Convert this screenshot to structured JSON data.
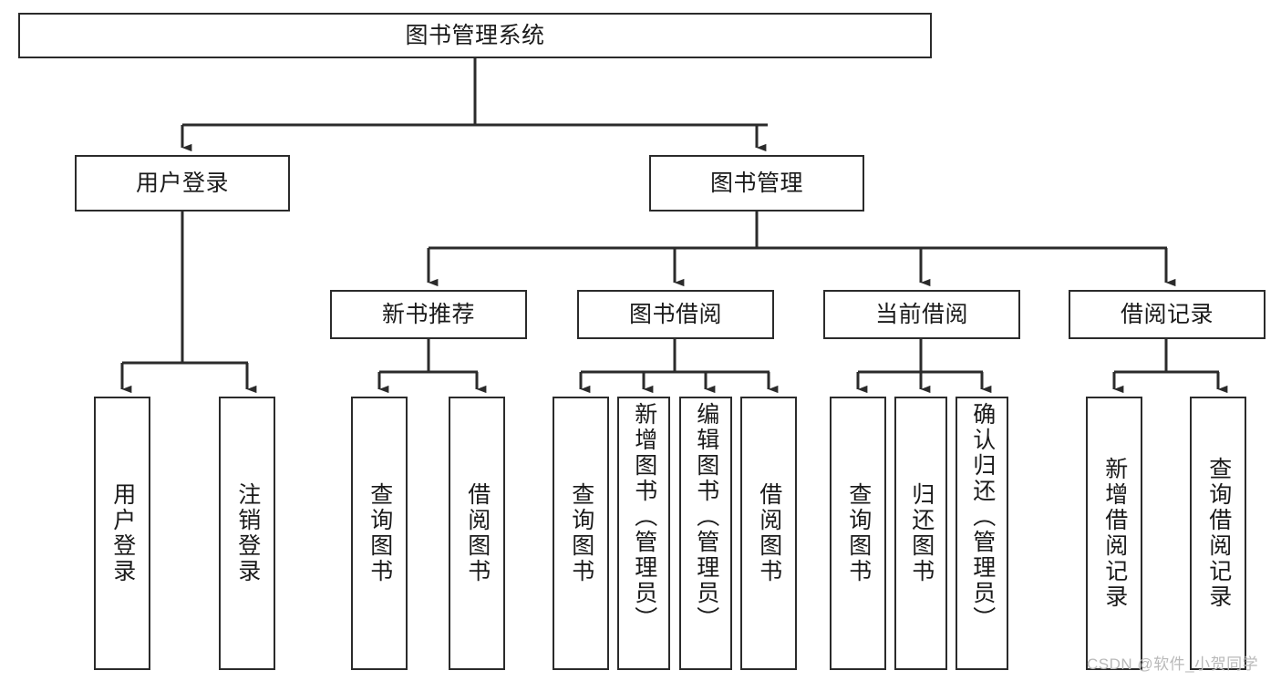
{
  "diagram": {
    "title": "图书管理系统",
    "type": "hierarchy-tree",
    "watermark": "CSDN @软件_小贺同学",
    "colors": {
      "background": "#ffffff",
      "border": "#2b2b2b",
      "text": "#1a1a1a",
      "watermark": "#b9b9b9"
    },
    "root": {
      "label": "图书管理系统"
    },
    "level2": [
      {
        "label": "用户登录"
      },
      {
        "label": "图书管理"
      }
    ],
    "level3": [
      {
        "label": "新书推荐"
      },
      {
        "label": "图书借阅"
      },
      {
        "label": "当前借阅"
      },
      {
        "label": "借阅记录"
      }
    ],
    "leaves": {
      "user_login": [
        {
          "label": "用户登录"
        },
        {
          "label": "注销登录"
        }
      ],
      "new_book_recommend": [
        {
          "label": "查询图书"
        },
        {
          "label": "借阅图书"
        }
      ],
      "book_borrow": [
        {
          "label": "查询图书"
        },
        {
          "label": "新增图书（管理员）"
        },
        {
          "label": "编辑图书（管理员）"
        },
        {
          "label": "借阅图书"
        }
      ],
      "current_borrow": [
        {
          "label": "查询图书"
        },
        {
          "label": "归还图书"
        },
        {
          "label": "确认归还（管理员）"
        }
      ],
      "borrow_record": [
        {
          "label": "新增借阅记录"
        },
        {
          "label": "查询借阅记录"
        }
      ]
    }
  }
}
